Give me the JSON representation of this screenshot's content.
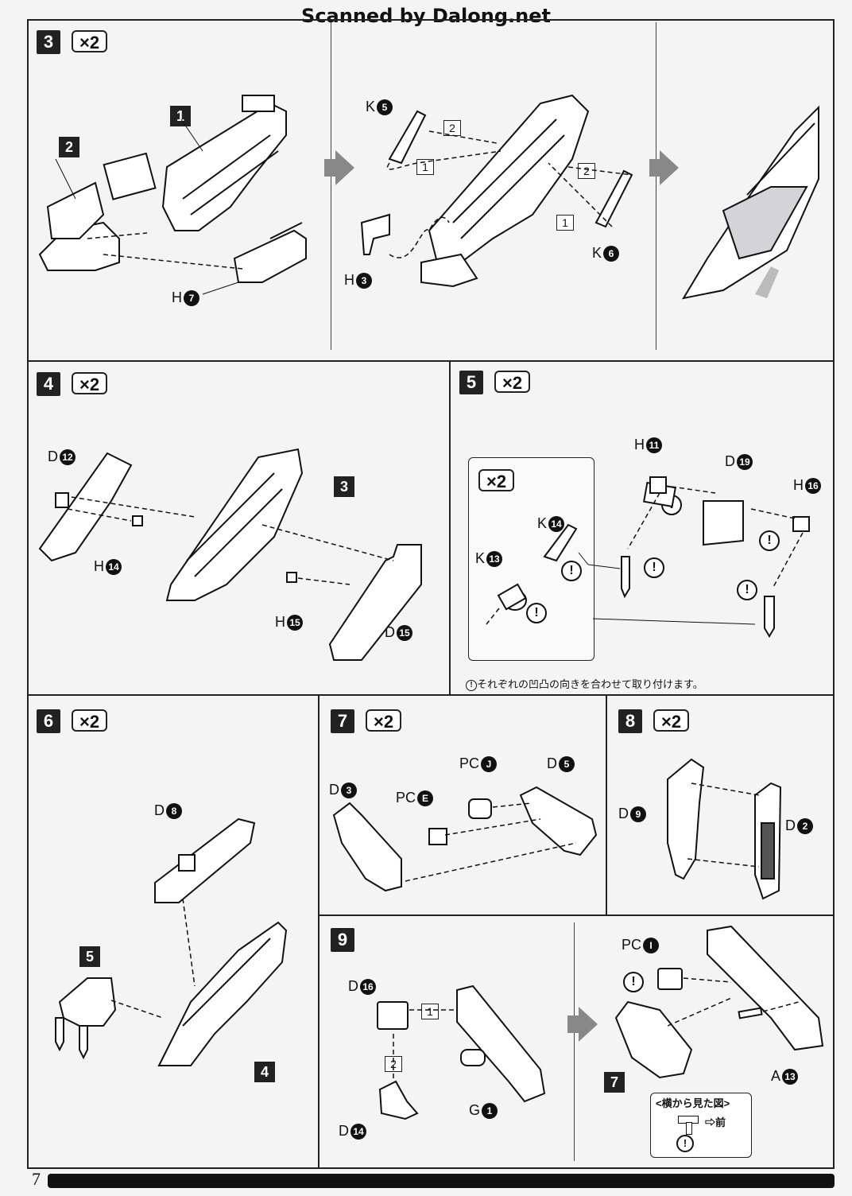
{
  "watermark": "Scanned by Dalong.net",
  "page_number": "7",
  "multiplier": "×2",
  "colors": {
    "ink": "#111111",
    "paper": "#f4f4f4",
    "arrow": "#888888"
  },
  "steps": {
    "s3": {
      "num": "3",
      "parts": {
        "p1": "1",
        "p2": "2"
      },
      "lbl_h7": "H",
      "h7": "7",
      "k5": "K",
      "k5n": "5",
      "k6": "K",
      "k6n": "6",
      "h3": "H",
      "h3n": "3",
      "o1": "1",
      "o2": "2",
      "o1b": "1",
      "o2b": "2"
    },
    "s4": {
      "num": "4",
      "part3": "3",
      "d12": "D",
      "d12n": "12",
      "h14": "H",
      "h14n": "14",
      "h15": "H",
      "h15n": "15",
      "d15": "D",
      "d15n": "15"
    },
    "s5": {
      "num": "5",
      "inset_mult": "×2",
      "k14": "K",
      "k14n": "14",
      "k13": "K",
      "k13n": "13",
      "h11": "H",
      "h11n": "11",
      "d19": "D",
      "d19n": "19",
      "h16": "H",
      "h16n": "16",
      "warn": "!",
      "note_icon": "!",
      "note": "それぞれの凹凸の向きを合わせて取り付けます。"
    },
    "s6": {
      "num": "6",
      "d8": "D",
      "d8n": "8",
      "part5": "5",
      "part4": "4"
    },
    "s7": {
      "num": "7",
      "pcj": "PC",
      "pcjn": "J",
      "d5": "D",
      "d5n": "5",
      "d3": "D",
      "d3n": "3",
      "pce": "PC",
      "pcen": "E"
    },
    "s8": {
      "num": "8",
      "d9": "D",
      "d9n": "9",
      "d2": "D",
      "d2n": "2"
    },
    "s9": {
      "num": "9",
      "d16": "D",
      "d16n": "16",
      "d14": "D",
      "d14n": "14",
      "g1": "G",
      "g1n": "1",
      "o1": "1",
      "o2": "2",
      "pci": "PC",
      "pcin": "I",
      "part7": "7",
      "a13": "A",
      "a13n": "13",
      "side_title": "<横から見た図>",
      "side_front": "前",
      "warn": "!"
    }
  }
}
